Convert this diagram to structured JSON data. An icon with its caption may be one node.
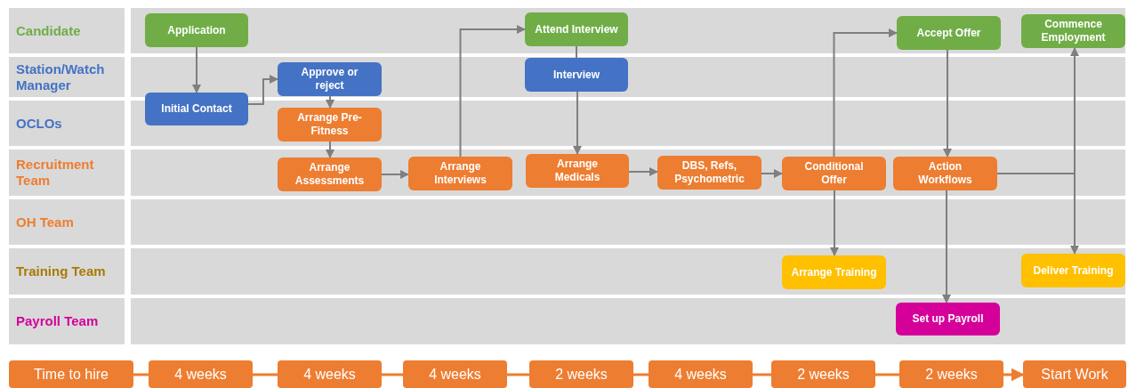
{
  "diagram": {
    "nodes": [
      {
        "text": [
          "Candidate"
        ]
      },
      {
        "text": [
          "Station/Watch Manager"
        ]
      },
      {
        "text": [
          "OCLOs"
        ]
      },
      {
        "text": [
          "Recruitment Team"
        ]
      },
      {
        "text": [
          "OH Team"
        ]
      },
      {
        "text": [
          "Training Team"
        ]
      },
      {
        "text": [
          "Payroll Team"
        ]
      },
      {
        "text": [
          "Application"
        ]
      },
      {
        "text": [
          "Initial Contact"
        ]
      },
      {
        "text": [
          "Approve or reject"
        ]
      },
      {
        "text": [
          "Arrange Pre-Fitness"
        ]
      },
      {
        "text": [
          "Arrange Assessments"
        ]
      },
      {
        "text": [
          "Arrange Interviews"
        ]
      },
      {
        "text": [
          "Attend Interview"
        ]
      },
      {
        "text": [
          "Interview"
        ]
      },
      {
        "text": [
          "Arrange Medicals"
        ]
      },
      {
        "text": [
          "DBS, Refs, Psychometric"
        ]
      },
      {
        "text": [
          "Conditional Offer"
        ]
      },
      {
        "text": [
          "Accept Offer"
        ]
      },
      {
        "text": [
          "Commence Employment"
        ]
      },
      {
        "text": [
          "Action Workflows"
        ]
      },
      {
        "text": [
          "Arrange Training"
        ]
      },
      {
        "text": [
          "Deliver Training"
        ]
      },
      {
        "text": [
          "Set  up Payroll"
        ]
      },
      {
        "text": [
          "Time to hire"
        ]
      },
      {
        "text": [
          "4 weeks"
        ]
      },
      {
        "text": [
          "4 weeks"
        ]
      },
      {
        "text": [
          "4 weeks"
        ]
      },
      {
        "text": [
          "2 weeks"
        ]
      },
      {
        "text": [
          "4 weeks"
        ]
      },
      {
        "text": [
          "2 weeks"
        ]
      },
      {
        "text": [
          "2 weeks"
        ]
      },
      {
        "text": [
          "Start Work"
        ]
      }
    ],
    "edges": [
      {
        "from": 7,
        "to": 8,
        "arrow": "to"
      },
      {
        "from": 8,
        "to": 9,
        "arrow": "to"
      },
      {
        "from": 9,
        "to": 10,
        "arrow": "to"
      },
      {
        "from": 10,
        "to": 11,
        "arrow": "to"
      },
      {
        "from": 11,
        "to": 12,
        "arrow": "to"
      },
      {
        "from": 12,
        "to": 13,
        "arrow": "to"
      },
      {
        "from": 13,
        "to": 14,
        "arrow": "none"
      },
      {
        "from": 14,
        "to": 15,
        "arrow": "to"
      },
      {
        "from": 15,
        "to": 16,
        "arrow": "to"
      },
      {
        "from": 16,
        "to": 17,
        "arrow": "to"
      },
      {
        "from": 17,
        "to": 18,
        "arrow": "to"
      },
      {
        "from": 17,
        "to": 21,
        "arrow": "to"
      },
      {
        "from": 18,
        "to": 20,
        "arrow": "to"
      },
      {
        "from": 20,
        "to": 23,
        "arrow": "to"
      },
      {
        "from": 20,
        "to": 19,
        "arrow": "to"
      },
      {
        "from": 20,
        "to": 22,
        "arrow": "to"
      },
      {
        "from": 24,
        "to": 25,
        "arrow": "none",
        "color": "#ed7d31"
      },
      {
        "from": 25,
        "to": 26,
        "arrow": "none",
        "color": "#ed7d31"
      },
      {
        "from": 26,
        "to": 27,
        "arrow": "none",
        "color": "#ed7d31"
      },
      {
        "from": 27,
        "to": 28,
        "arrow": "none",
        "color": "#ed7d31"
      },
      {
        "from": 28,
        "to": 29,
        "arrow": "none",
        "color": "#ed7d31"
      },
      {
        "from": 29,
        "to": 30,
        "arrow": "none",
        "color": "#ed7d31"
      },
      {
        "from": 30,
        "to": 31,
        "arrow": "none",
        "color": "#ed7d31"
      },
      {
        "from": 31,
        "to": 32,
        "arrow": "to",
        "color": "#ed7d31"
      }
    ]
  }
}
